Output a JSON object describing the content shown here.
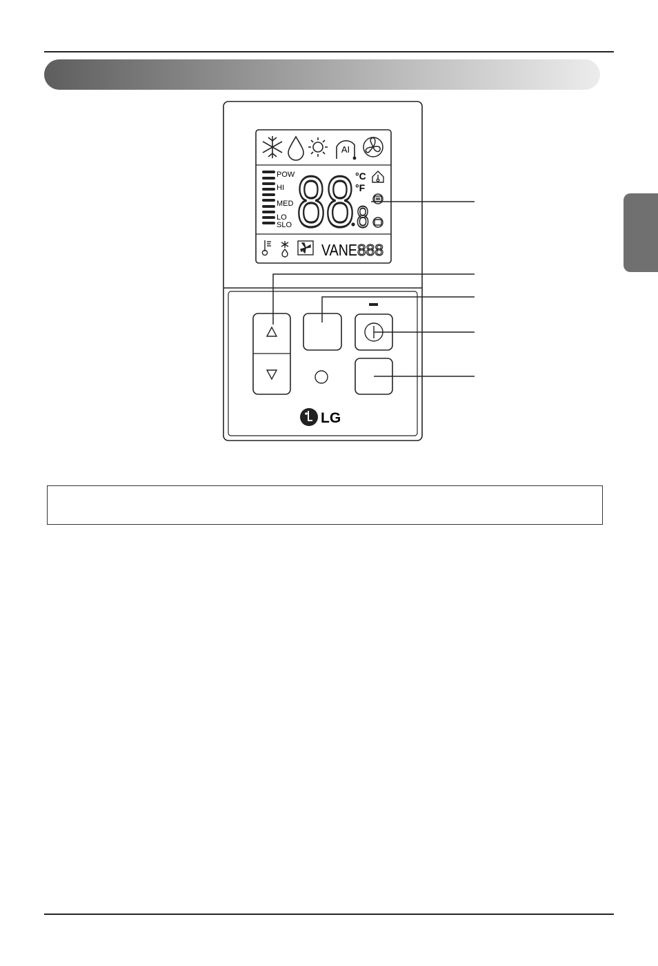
{
  "lcd": {
    "fan_levels": [
      "POW",
      "HI",
      "MED",
      "LO",
      "SLO"
    ],
    "unit_celsius": "°C",
    "unit_fahrenheit": "°F",
    "main_digits": "88",
    "decimal_digit": "8",
    "ai_label": "AI",
    "vane_label": "VANE",
    "vane_digits": "888"
  },
  "brand": {
    "logo_text": "LG"
  },
  "icons": {
    "mode_row": [
      "snowflake-icon",
      "drop-icon",
      "sun-icon",
      "ai-icon",
      "fan-icon"
    ],
    "right_column": [
      "house-thermometer-icon",
      "filter-icon",
      "timer-icon"
    ],
    "bottom_row": [
      "thermometer-icon",
      "defrost-icon",
      "fan-box-icon"
    ]
  }
}
